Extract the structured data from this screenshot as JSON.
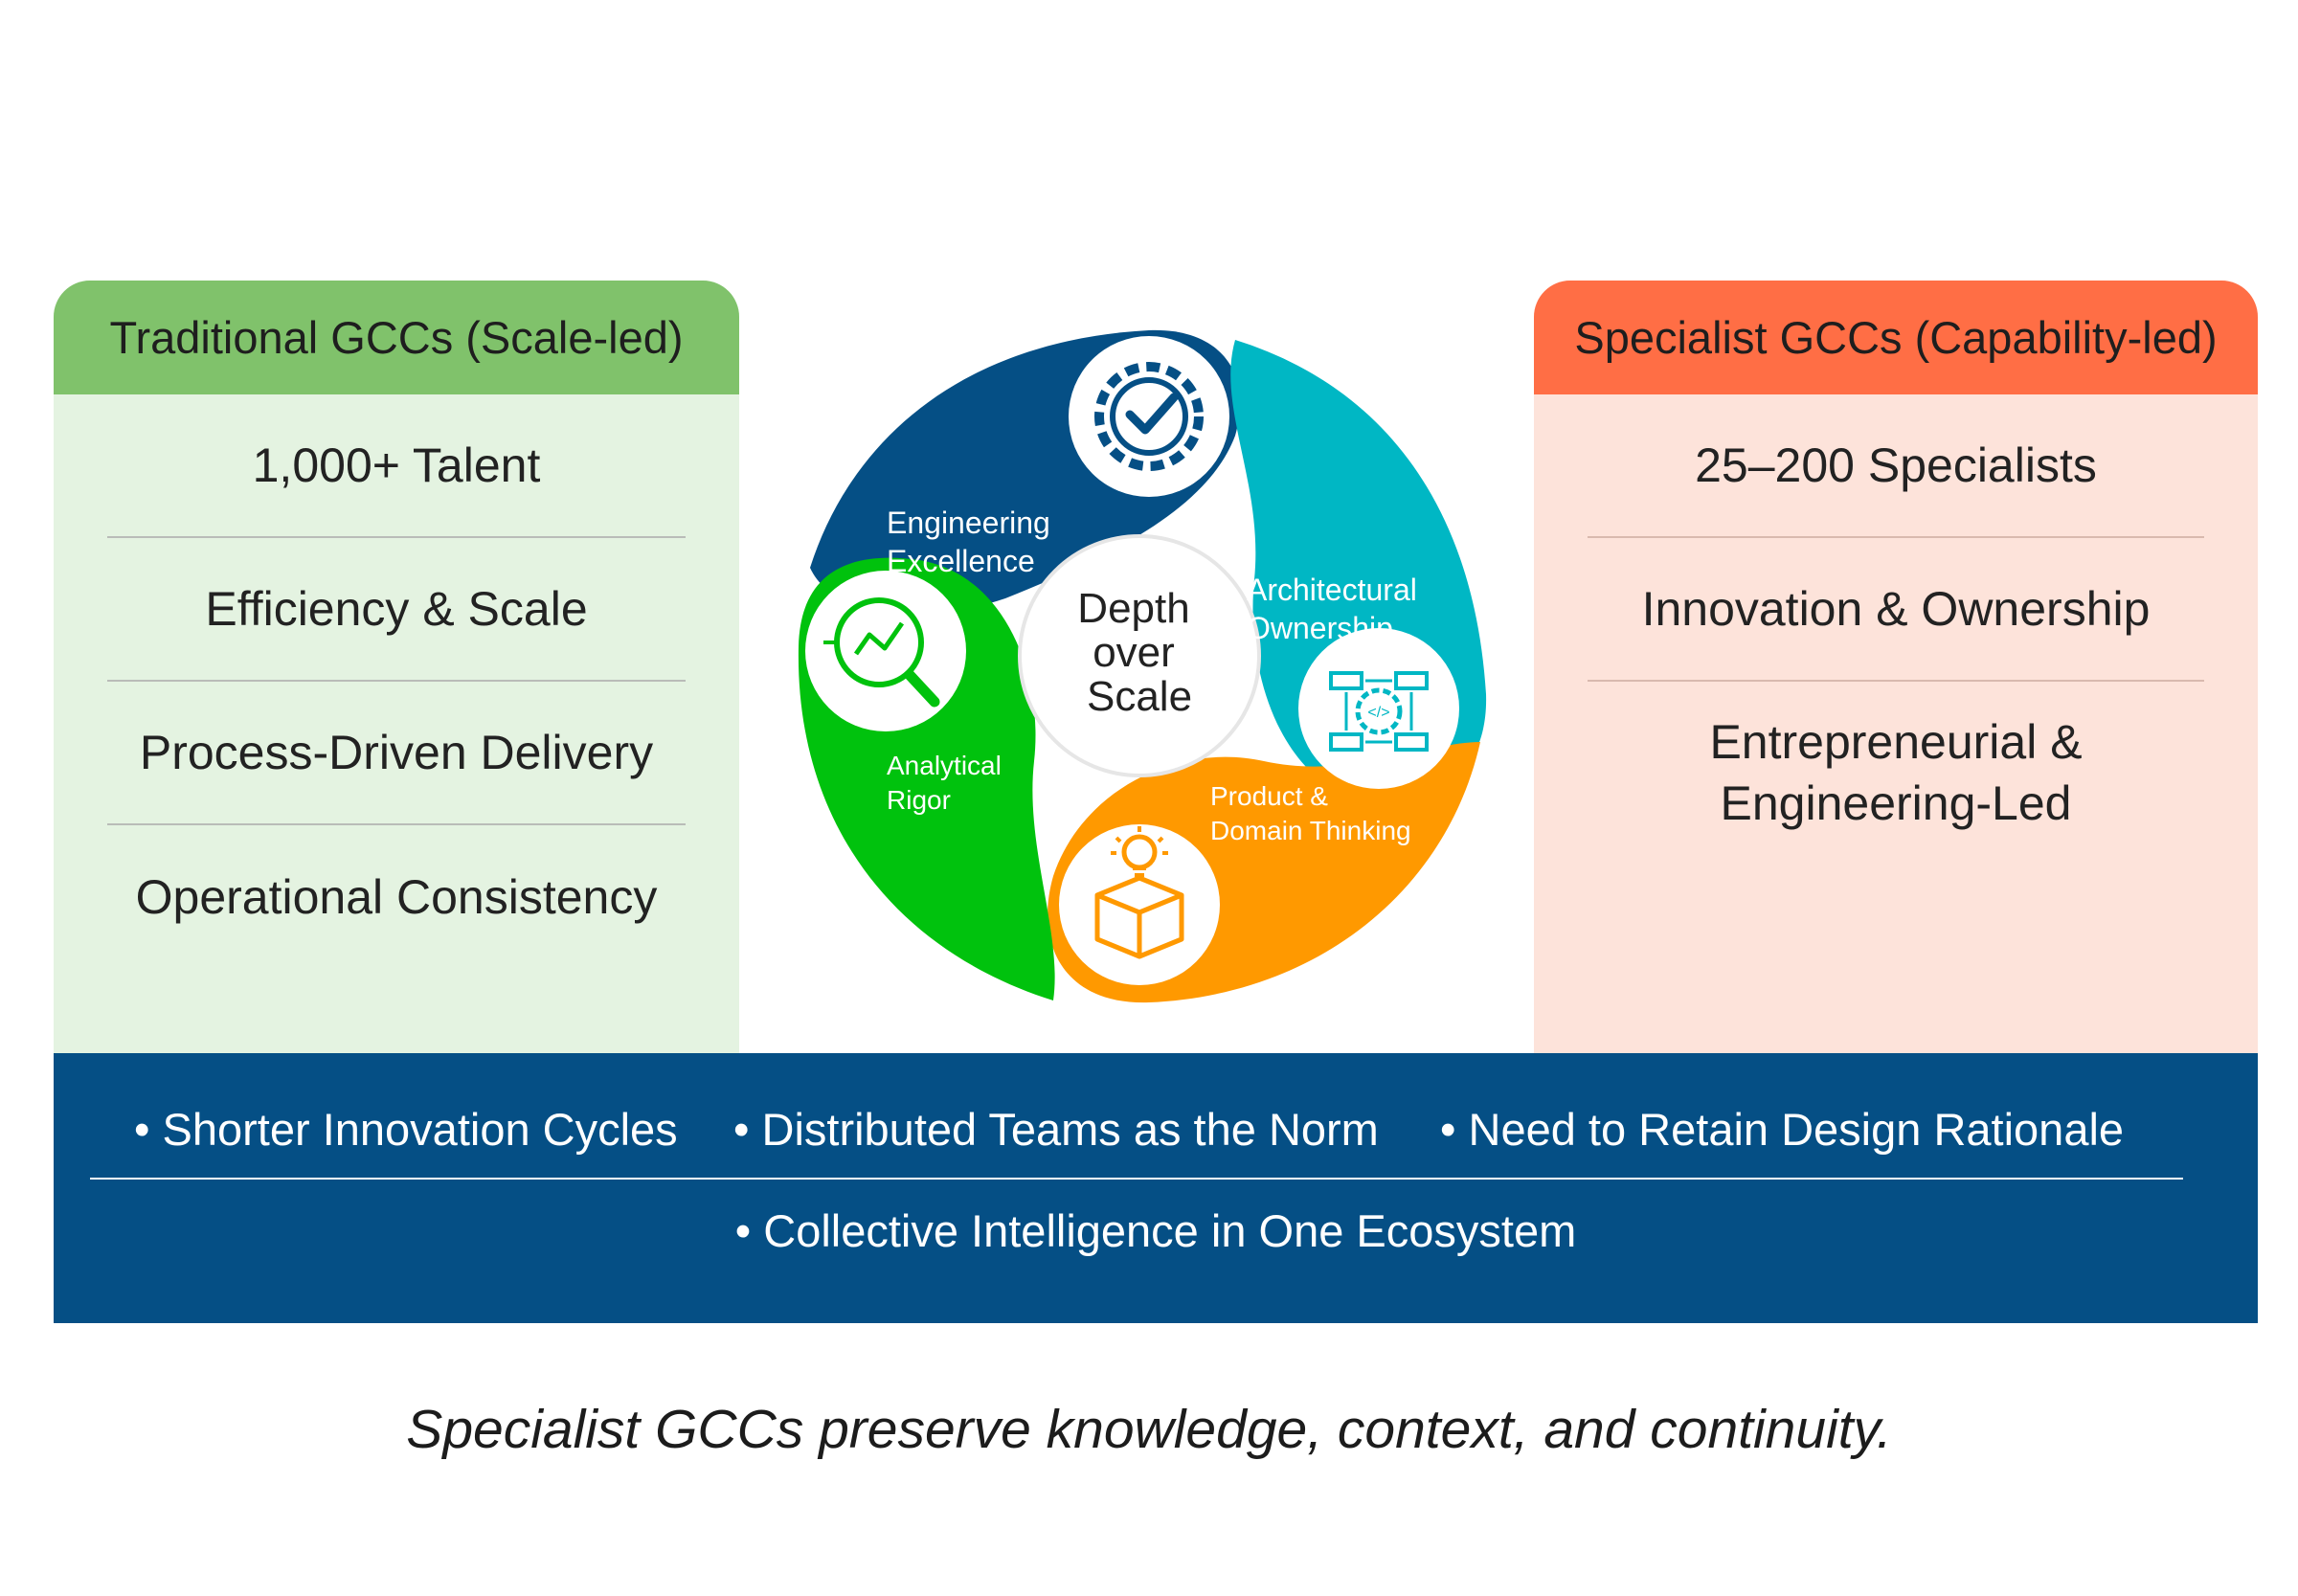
{
  "left_panel": {
    "title": "Traditional GCCs (Scale-led)",
    "items": [
      "1,000+ Talent",
      "Efficiency & Scale",
      "Process-Driven Delivery",
      "Operational Consistency"
    ],
    "header_color": "#80c26b",
    "body_color": "#e4f3e1"
  },
  "right_panel": {
    "title": "Specialist GCCs (Capability-led)",
    "items": [
      "25–200 Specialists",
      "Innovation & Ownership",
      "Entrepreneurial & Engineering-Led"
    ],
    "header_color": "#ff6e45",
    "body_color": "#fde3da"
  },
  "wheel": {
    "center": [
      "Depth",
      "over",
      "Scale"
    ],
    "segments": [
      {
        "label": [
          "Engineering",
          "Excellence"
        ],
        "color": "#054f85",
        "icon": "gear-check-icon"
      },
      {
        "label": [
          "Architectural",
          "Ownership"
        ],
        "color": "#00b7c4",
        "icon": "code-architecture-icon"
      },
      {
        "label": [
          "Product &",
          "Domain Thinking"
        ],
        "color": "#ff9900",
        "icon": "lightbulb-box-icon"
      },
      {
        "label": [
          "Analytical",
          "Rigor"
        ],
        "color": "#00c20d",
        "icon": "magnifier-chart-icon"
      }
    ]
  },
  "band": {
    "bullets_row1": [
      "• Shorter Innovation Cycles",
      "• Distributed Teams as the Norm",
      "• Need to Retain Design Rationale"
    ],
    "bullet_row2": "• Collective Intelligence in One Ecosystem",
    "color": "#054f85"
  },
  "caption": "Specialist GCCs preserve knowledge, context, and continuity."
}
